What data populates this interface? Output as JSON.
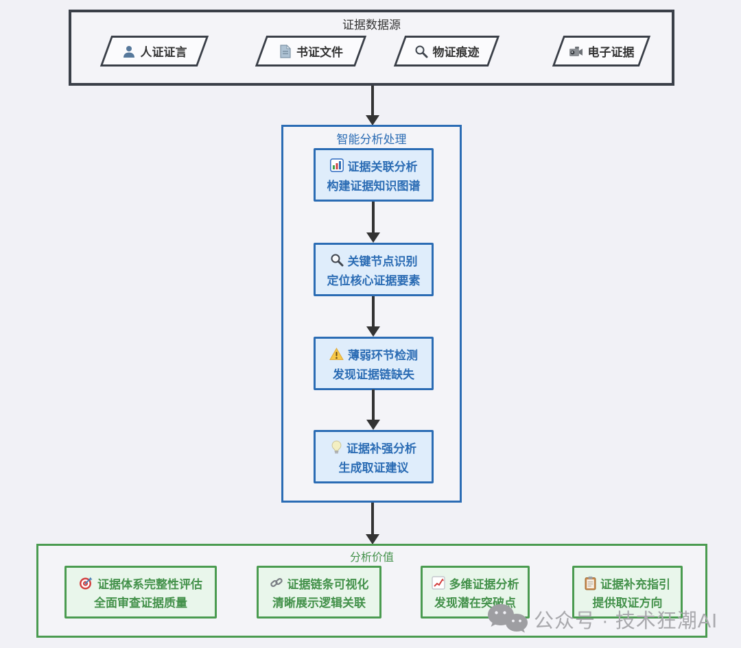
{
  "page": {
    "background_color": "#F1F1F6"
  },
  "sources": {
    "title": "证据数据源",
    "border_color": "#3A3F48",
    "items": [
      {
        "label": "人证证言",
        "icon": "person-icon"
      },
      {
        "label": "书证文件",
        "icon": "document-icon"
      },
      {
        "label": "物证痕迹",
        "icon": "magnifier-icon"
      },
      {
        "label": "电子证据",
        "icon": "camcorder-icon"
      }
    ]
  },
  "process": {
    "title": "智能分析处理",
    "accent_color": "#2B6CB4",
    "fill_color": "#DFEDFB",
    "steps": [
      {
        "line1": "证据关联分析",
        "line2": "构建证据知识图谱",
        "icon": "bar-chart-icon"
      },
      {
        "line1": "关键节点识别",
        "line2": "定位核心证据要素",
        "icon": "magnifier-icon"
      },
      {
        "line1": "薄弱环节检测",
        "line2": "发现证据链缺失",
        "icon": "warning-icon"
      },
      {
        "line1": "证据补强分析",
        "line2": "生成取证建议",
        "icon": "bulb-icon"
      }
    ]
  },
  "values": {
    "title": "分析价值",
    "accent_color": "#4A9B50",
    "text_color": "#43914A",
    "fill_color": "#E9F6EB",
    "items": [
      {
        "line1": "证据体系完整性评估",
        "line2": "全面审查证据质量",
        "icon": "target-icon"
      },
      {
        "line1": "证据链条可视化",
        "line2": "清晰展示逻辑关联",
        "icon": "link-icon"
      },
      {
        "line1": "多维证据分析",
        "line2": "发现潜在突破点",
        "icon": "chart-up-icon"
      },
      {
        "line1": "证据补充指引",
        "line2": "提供取证方向",
        "icon": "clipboard-icon"
      }
    ]
  },
  "watermark": {
    "text": "公众号 · 技术狂潮AI",
    "icon": "wechat-icon"
  }
}
